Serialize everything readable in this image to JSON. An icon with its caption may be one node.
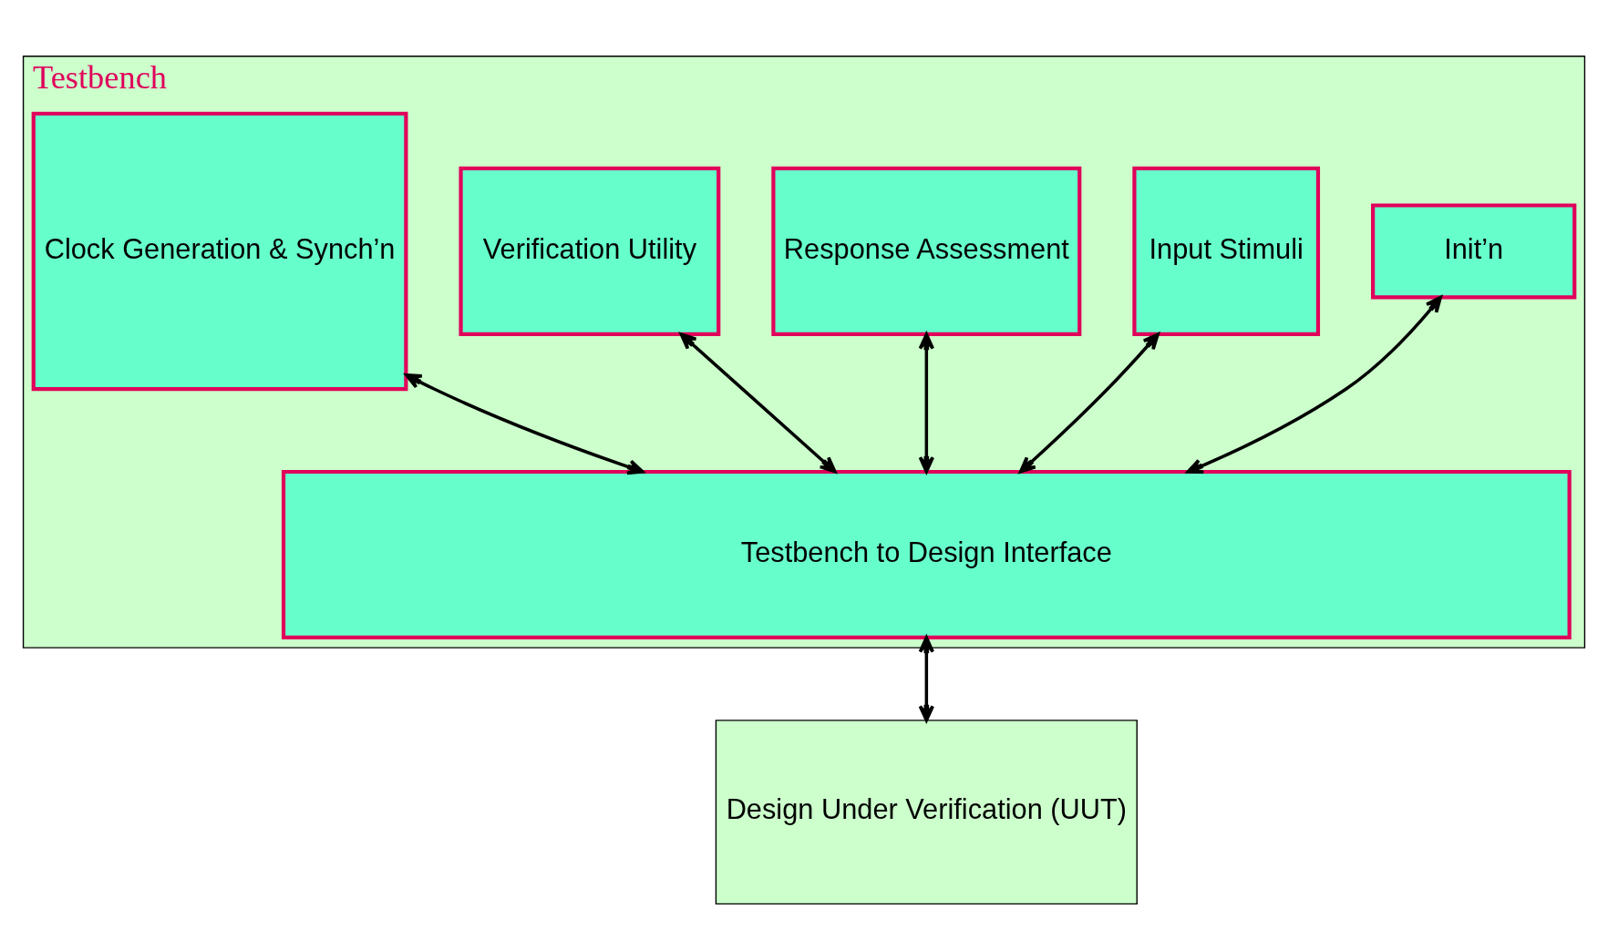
{
  "diagram": {
    "nodes": [
      {
        "text": [
          "Testbench"
        ]
      },
      {
        "text": [
          "Init’n"
        ],
        "in": 0
      },
      {
        "text": [
          "Input Stimuli"
        ],
        "in": 0
      },
      {
        "text": [
          "Response Assessment"
        ],
        "in": 0
      },
      {
        "text": [
          "Verification Utility"
        ],
        "in": 0
      },
      {
        "text": [
          "Clock Generation & Synch’n"
        ],
        "in": 0
      },
      {
        "text": [
          "Testbench to Design Interface"
        ],
        "in": 0
      },
      {
        "text": [
          "Design Under Verification (UUT)"
        ]
      }
    ],
    "edges": [
      {
        "from": 1,
        "to": 6,
        "arrow": "both"
      },
      {
        "from": 2,
        "to": 6,
        "arrow": "both"
      },
      {
        "from": 3,
        "to": 6,
        "arrow": "both"
      },
      {
        "from": 4,
        "to": 6,
        "arrow": "both"
      },
      {
        "from": 5,
        "to": 6,
        "arrow": "both"
      },
      {
        "from": 6,
        "to": 7,
        "arrow": "both"
      }
    ]
  }
}
